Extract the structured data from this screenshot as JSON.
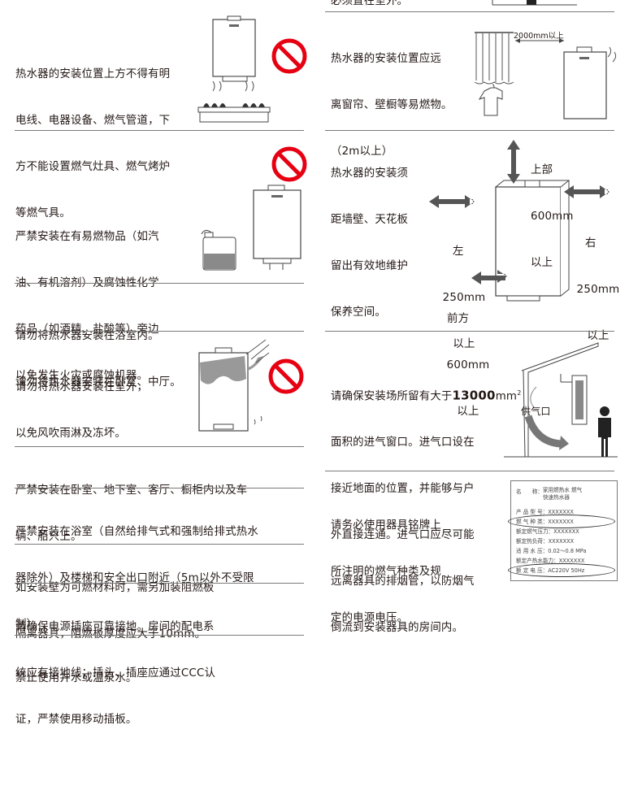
{
  "left": {
    "s1": {
      "lines": [
        "热水器的安装位置上方不得有明",
        "电线、电器设备、燃气管道，下",
        "方不能设置燃气灶具、燃气烤炉",
        "等燃气具。"
      ]
    },
    "s2": {
      "lines": [
        "严禁安装在有易燃物品（如汽",
        "油、有机溶剂）及腐蚀性化学",
        "药品（如酒精、盐酸等）旁边",
        "以免发生火灾或腐蚀机器。"
      ]
    },
    "s3": {
      "lines": [
        "请勿将热水器安装在浴室内。",
        "请勿将热水器安装在卧室、中厅。"
      ]
    },
    "s4": {
      "lines": [
        "请勿将热水器安装在室外，",
        "以免风吹雨淋及冻坏。"
      ]
    },
    "s5": {
      "lines": [
        "严禁安装在卧室、地下室、客厅、橱柜内以及车",
        "辆、船只上。"
      ]
    },
    "s6": {
      "lines": [
        "严禁安装在浴室（自然给排气式和强制给排式热水",
        "器除外）及楼梯和安全出口附近（5m以外不受限",
        "制）。"
      ]
    },
    "s7": {
      "lines": [
        "如安装壁为可燃材料时，需另加装阻燃板",
        "隔离器具，阻燃板厚度应大于10mm。"
      ]
    },
    "s8": {
      "lines": [
        "请确保电源插座可靠接地。房间的配电系",
        "统应有接地线；插头、插座应通过CCC认",
        "证，严禁使用移动插板。"
      ]
    },
    "s9": {
      "lines": [
        "禁止使用井水或温泉水。"
      ]
    }
  },
  "right": {
    "top_cut": "必须置在室外。",
    "r1": {
      "lines": [
        "热水器的安装位置应远",
        "离窗帘、壁橱等易燃物。",
        "（2m以上）"
      ],
      "dist_label": "2000mm以上"
    },
    "r2": {
      "lines": [
        "热水器的安装须",
        "距墙壁、天花板",
        "留出有效地维护",
        "保养空间。"
      ],
      "top": [
        "上部",
        "600mm",
        "以上"
      ],
      "left": [
        "左",
        "250mm",
        "以上"
      ],
      "right": [
        "右",
        "250mm",
        "以上"
      ],
      "front": [
        "前方",
        "600mm",
        "以上"
      ]
    },
    "r3": {
      "line1_pre": "请确保安装场所留有大于",
      "line1_num": "13000",
      "line1_unit": "mm",
      "line1_sup": "2",
      "lines": [
        "面积的进气窗口。进气口设在",
        "接近地面的位置，并能够与户",
        "外直接连通。进气口应尽可能",
        "远离器具的排烟管，以防烟气",
        "倒流到安装器具的房间内。"
      ],
      "air_label": "供气口"
    },
    "r4": {
      "lines": [
        "请务必使用器具铭牌上",
        "所注明的燃气种类及规",
        "定的电源电压。"
      ],
      "plate": [
        {
          "k": "名　　称：",
          "v": "家用燃热水 燃气快速热水器"
        },
        {
          "k": "产 品 型 号：",
          "v": "XXXXXXX"
        },
        {
          "k": "燃 气 种 类：",
          "v": "XXXXXXX"
        },
        {
          "k": "额定燃气压力：",
          "v": "XXXXXXX"
        },
        {
          "k": "额定热负荷：",
          "v": "XXXXXXX"
        },
        {
          "k": "适 用 水 压：",
          "v": "0.02～0.8 MPa"
        },
        {
          "k": "额定产热水能力：",
          "v": "XXXXXXX"
        },
        {
          "k": "额 定 电 压：",
          "v": "AC220V  50Hz"
        }
      ]
    }
  },
  "colors": {
    "prohibit_red": "#e60012",
    "text": "#231815",
    "rule": "#7a7a7a"
  }
}
